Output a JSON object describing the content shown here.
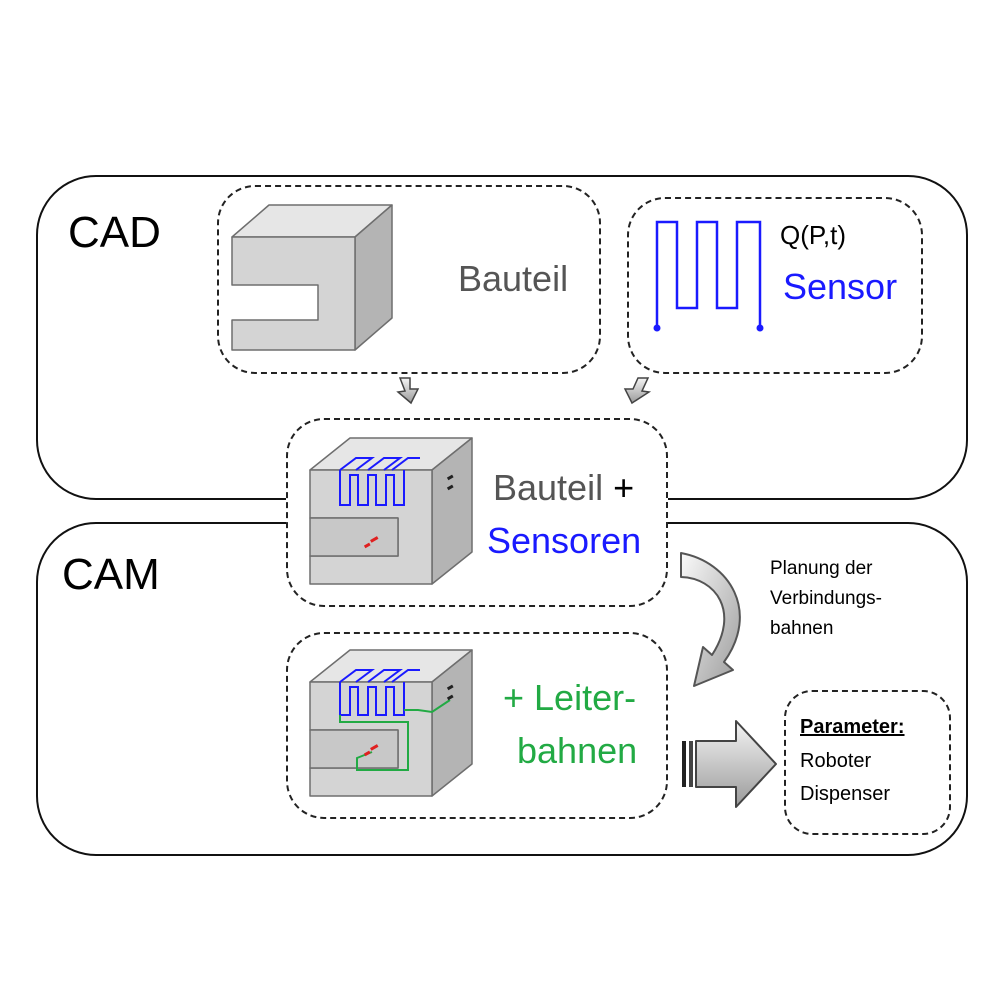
{
  "sections": {
    "cad_label": "CAD",
    "cam_label": "CAM"
  },
  "boxes": {
    "bauteil": {
      "label": "Bauteil"
    },
    "sensor": {
      "formula": "Q(P,t)",
      "label": "Sensor"
    },
    "bauteil_sensoren": {
      "label_line1": "Bauteil",
      "plus": "+",
      "label_line2": "Sensoren"
    },
    "leiterbahnen": {
      "label_line1": "+ Leiter-",
      "label_line2": "bahnen"
    },
    "parameter": {
      "title": "Parameter:",
      "items": [
        "Roboter",
        "Dispenser"
      ]
    }
  },
  "planning_note": {
    "lines": [
      "Planung der",
      "Verbindungs-",
      "bahnen"
    ]
  },
  "colors": {
    "sensor_blue": "#1a1aff",
    "trace_green": "#22aa44",
    "part_gray": "#d4d4d4",
    "label_gray": "#555555",
    "point_red": "#e02020"
  }
}
